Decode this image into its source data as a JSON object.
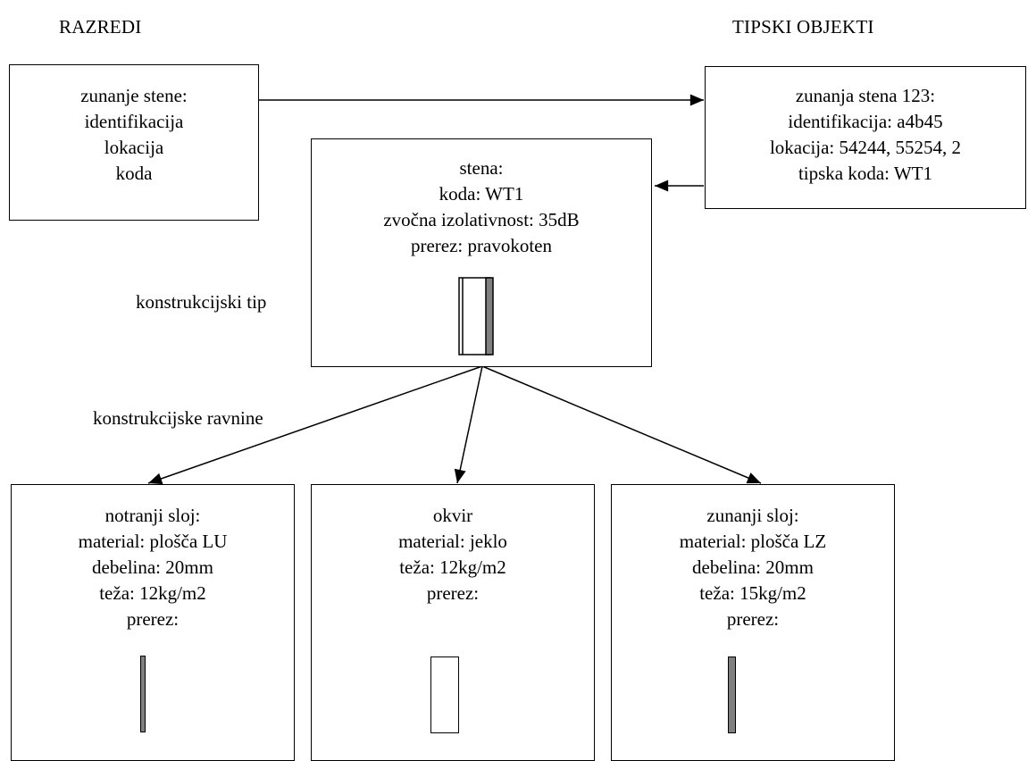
{
  "headings": {
    "left": "RAZREDI",
    "right": "TIPSKI OBJEKTI"
  },
  "class_box": {
    "lines": [
      "zunanje stene:",
      "identifikacija",
      "lokacija",
      "koda"
    ]
  },
  "object_box": {
    "lines": [
      "zunanja stena 123:",
      "identifikacija: a4b45",
      "lokacija: 54244, 55254, 2",
      "tipska koda: WT1"
    ]
  },
  "type_box": {
    "lines": [
      "stena:",
      "koda: WT1",
      "zvočna izolativnost: 35dB",
      "prerez: pravokoten"
    ]
  },
  "labels": {
    "construction_type": "konstrukcijski tip",
    "construction_planes": "konstrukcijske ravnine"
  },
  "layers": [
    {
      "lines": [
        "notranji sloj:",
        "material: plošča LU",
        "debelina: 20mm",
        "teža: 12kg/m2",
        "prerez:"
      ]
    },
    {
      "lines": [
        "okvir",
        "material: jeklo",
        "teža: 12kg/m2",
        "prerez:"
      ]
    },
    {
      "lines": [
        "zunanji sloj:",
        "material: plošča LZ",
        "debelina: 20mm",
        "teža: 15kg/m2",
        "prerez:"
      ]
    }
  ],
  "colors": {
    "line": "#000000",
    "section_fill_gray": "#808080"
  }
}
